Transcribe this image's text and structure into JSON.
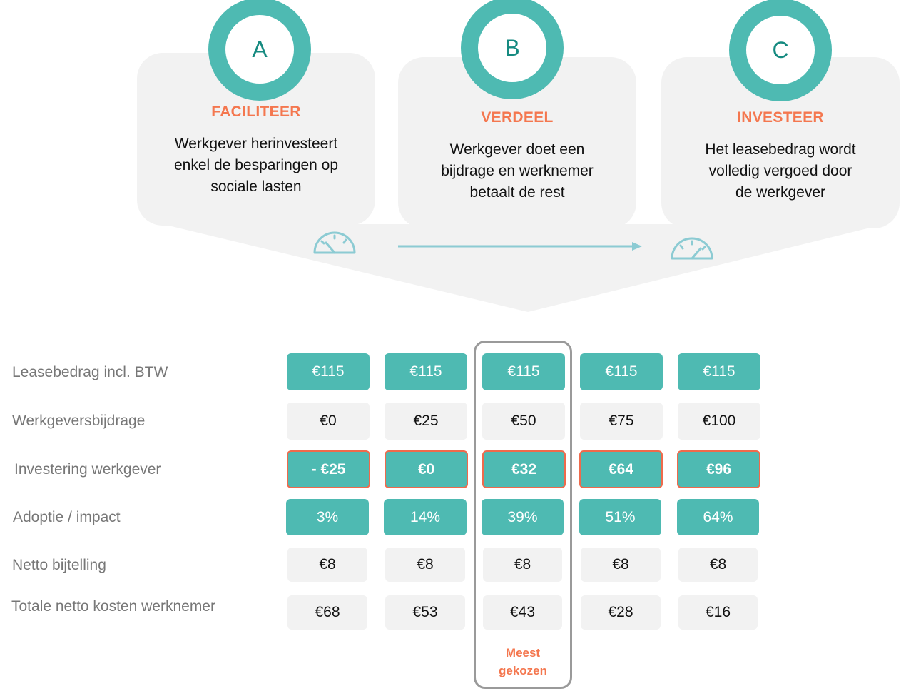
{
  "colors": {
    "teal": "#4ebab2",
    "orange": "#f4774f",
    "border_orange": "#ef6a4c",
    "light_grey": "#f2f2f2"
  },
  "options": [
    {
      "letter": "A",
      "title": "FACILITEER",
      "desc": [
        "Werkgever herinvesteert",
        "enkel de besparingen op",
        "sociale lasten"
      ]
    },
    {
      "letter": "B",
      "title": "VERDEEL",
      "desc": [
        "Werkgever doet een",
        "bijdrage en werknemer",
        "betaalt de rest"
      ]
    },
    {
      "letter": "C",
      "title": "INVESTEER",
      "desc": [
        "Het leasebedrag wordt",
        "volledig vergoed door",
        "de werkgever"
      ]
    }
  ],
  "icons": {
    "left_gauge": "speedometer-icon",
    "right_gauge": "speedometer-icon",
    "arrow": "arrow-right-icon"
  },
  "table": {
    "rows": [
      {
        "label": "Leasebedrag incl. BTW",
        "values": [
          "€115",
          "€115",
          "€115",
          "€115",
          "€115"
        ]
      },
      {
        "label": "Werkgeversbijdrage",
        "values": [
          "€0",
          "€25",
          "€50",
          "€75",
          "€100"
        ]
      },
      {
        "label": "Investering werkgever",
        "values": [
          "- €25",
          "€0",
          "€32",
          "€64",
          "€96"
        ]
      },
      {
        "label": "Adoptie / impact",
        "values": [
          "3%",
          "14%",
          "39%",
          "51%",
          "64%"
        ]
      },
      {
        "label": "Netto bijtelling",
        "values": [
          "€8",
          "€8",
          "€8",
          "€8",
          "€8"
        ]
      },
      {
        "label": "Totale netto kosten werknemer",
        "values": [
          "€68",
          "€53",
          "€43",
          "€28",
          "€16"
        ]
      }
    ],
    "highlight": {
      "line1": "Meest",
      "line2": "gekozen"
    }
  }
}
